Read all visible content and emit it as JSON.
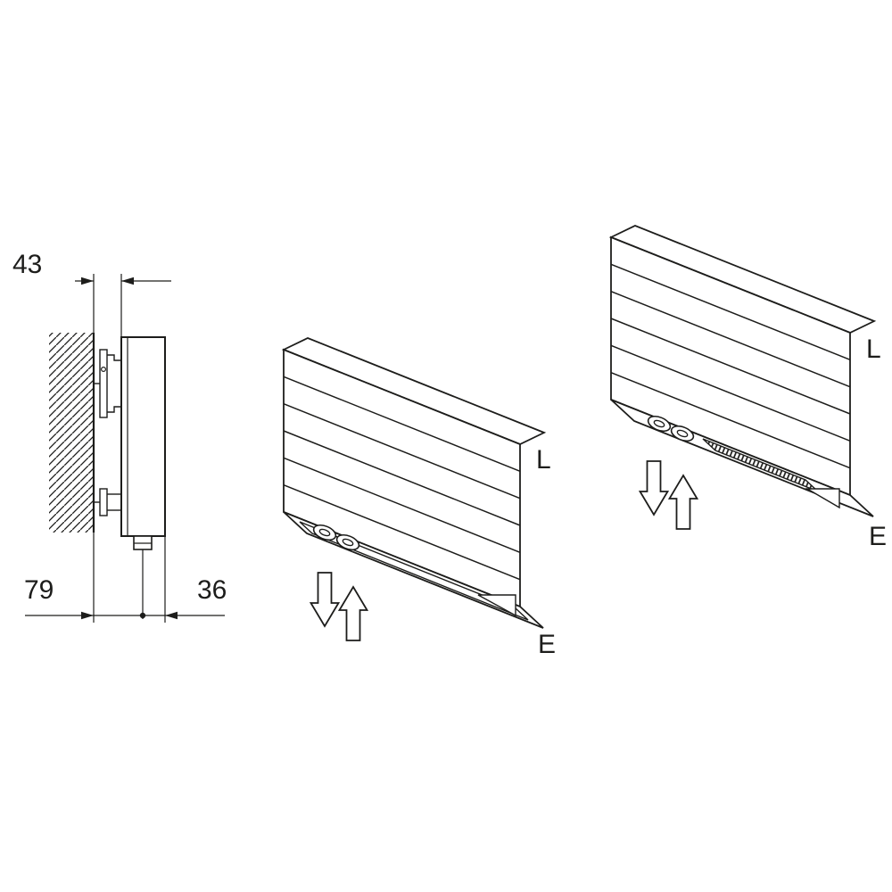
{
  "diagram": {
    "colors": {
      "background": "#ffffff",
      "line": "#1d1d1b"
    },
    "side_view": {
      "dim_depth": "43",
      "dim_wall_to_pipe": "79",
      "dim_pipe_to_front": "36"
    },
    "views": [
      {
        "label_top": "L",
        "label_bottom": "E"
      },
      {
        "label_top": "L",
        "label_bottom": "E"
      }
    ]
  }
}
